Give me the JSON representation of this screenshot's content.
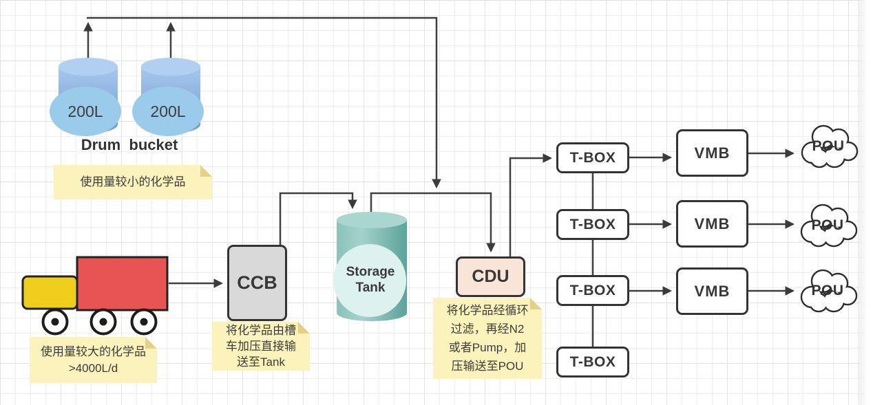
{
  "nodes": {
    "drum": {
      "capacity_1": "200L",
      "capacity_2": "200L",
      "caption": "Drum  bucket"
    },
    "ccb": {
      "label": "CCB"
    },
    "storage_tank": {
      "label_line_1": "Storage",
      "label_line_2": "Tank"
    },
    "cdu": {
      "label": "CDU"
    },
    "tbox": {
      "labels": [
        "T-BOX",
        "T-BOX",
        "T-BOX",
        "T-BOX"
      ]
    },
    "vmb": {
      "labels": [
        "VMB",
        "VMB",
        "VMB"
      ]
    },
    "pou": {
      "labels": [
        "POU",
        "POU",
        "POU"
      ]
    }
  },
  "notes": {
    "drum_note": {
      "line_1": "使用量较小的化学品"
    },
    "truck_note": {
      "line_1": "使用量较大的化学品",
      "line_2": ">4000L/d"
    },
    "ccb_note": {
      "line_1": "将化学品由槽",
      "line_2": "车加压直接输",
      "line_3": "送至Tank"
    },
    "cdu_note": {
      "line_1": "将化学品经循环",
      "line_2": "过滤，再经N2",
      "line_3": "或者Pump，加",
      "line_4": "压输送至POU"
    }
  },
  "colors": {
    "drum_fill": "#7EA8DC",
    "drum_label_ellipse": "#9BCBEA",
    "tank_fill": "#84BEB6",
    "tank_label_circle": "#DDF2EE",
    "ccb_fill": "#D9D9D9",
    "cdu_fill": "#F9E5D8",
    "node_border": "#333333",
    "note_fill": "#FCF3BC",
    "note_fold": "#E4D185",
    "truck_cab": "#EFCE1B",
    "truck_trailer": "#E85454",
    "connector": "#3F3F3F"
  }
}
